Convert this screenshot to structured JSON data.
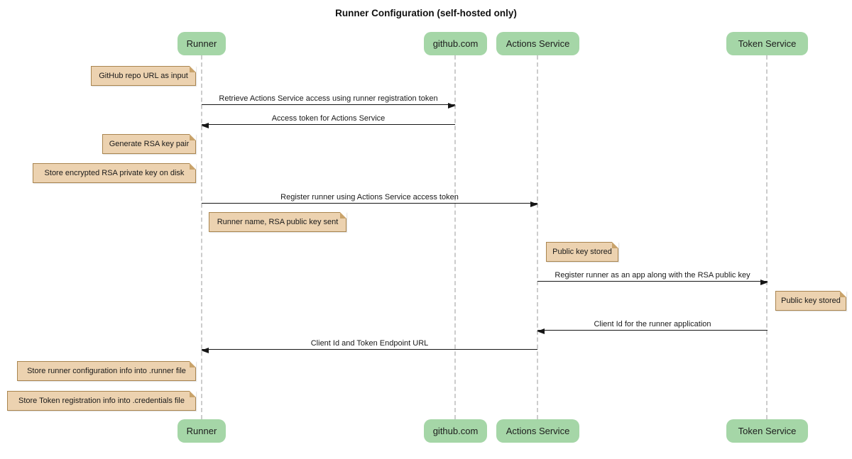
{
  "title": "Runner Configuration (self-hosted only)",
  "colors": {
    "background": "#ffffff",
    "participant_fill": "#a5d6a7",
    "participant_text": "#1d1d1d",
    "note_fill": "#ecd2b0",
    "note_border": "#a9854f",
    "lifeline": "#cccccc",
    "message_line": "#161616",
    "title_text": "#111111"
  },
  "participants": [
    {
      "id": "runner",
      "label": "Runner"
    },
    {
      "id": "github-com",
      "label": "github.com"
    },
    {
      "id": "actions-service",
      "label": "Actions Service"
    },
    {
      "id": "token-service",
      "label": "Token Service"
    }
  ],
  "messages": [
    {
      "from": "runner",
      "to": "github-com",
      "text": "Retrieve Actions Service access using runner registration token"
    },
    {
      "from": "github-com",
      "to": "runner",
      "text": "Access token for Actions Service"
    },
    {
      "from": "runner",
      "to": "actions-service",
      "text": "Register runner using Actions Service access token"
    },
    {
      "from": "actions-service",
      "to": "token-service",
      "text": "Register runner as an app along with the RSA public key"
    },
    {
      "from": "token-service",
      "to": "actions-service",
      "text": "Client Id for the runner application"
    },
    {
      "from": "actions-service",
      "to": "runner",
      "text": "Client Id and Token Endpoint URL"
    }
  ],
  "notes": [
    {
      "position": "left of Runner",
      "text": "GitHub repo URL as input"
    },
    {
      "position": "left of Runner",
      "text": "Generate RSA key pair"
    },
    {
      "position": "left of Runner",
      "text": "Store encrypted RSA private key on disk"
    },
    {
      "position": "right of Runner",
      "text": "Runner name, RSA public key sent"
    },
    {
      "position": "right of Actions Service",
      "text": "Public key stored"
    },
    {
      "position": "right of Token Service",
      "text": "Public key stored"
    },
    {
      "position": "left of Runner",
      "text": "Store runner configuration info into .runner file"
    },
    {
      "position": "left of Runner",
      "text": "Store Token registration info into .credentials file"
    }
  ]
}
